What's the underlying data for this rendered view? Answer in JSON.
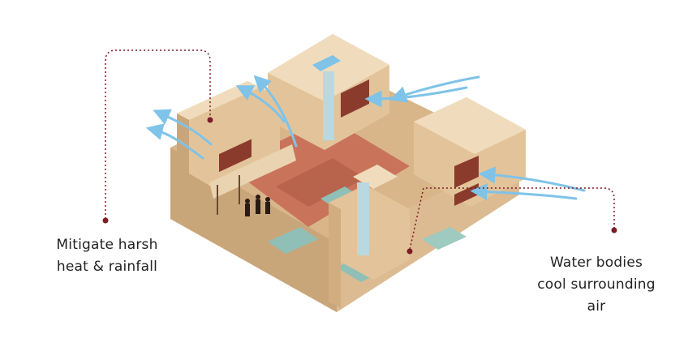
{
  "labels": {
    "left": {
      "line1": "Mitigate harsh",
      "line2": "heat & rainfall"
    },
    "right": {
      "line1": "Water bodies",
      "line2": "cool surrounding",
      "line3": "air"
    }
  },
  "colors": {
    "wall": "#e3c49a",
    "wall_shadow": "#c9a67a",
    "wall_top": "#f0dcbc",
    "floor": "#c9745a",
    "water": "#8fbfb6",
    "brick": "#8a3b2c",
    "airflow": "#7fc3e8",
    "leader": "#7a1d24"
  },
  "icons": {
    "airflow": "airflow-arrow-icon",
    "leader_dot": "leader-dot-icon"
  }
}
